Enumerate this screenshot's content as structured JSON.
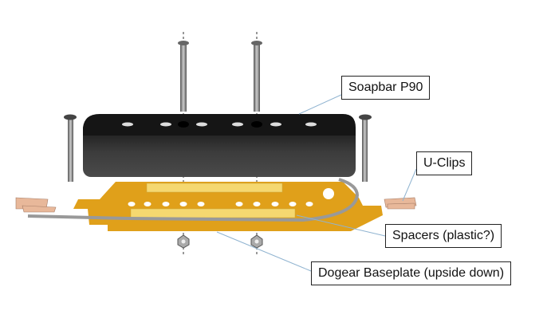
{
  "labels": {
    "soapbar": "Soapbar P90",
    "uclips": "U-Clips",
    "spacers": "Spacers (plastic?)",
    "baseplate": "Dogear Baseplate (upside down)"
  },
  "colors": {
    "cover": "#2b2b2b",
    "baseplate": "#e0a01a",
    "spacer": "#f5d870",
    "clip": "#e8b89a",
    "leader": "#8fb3d0"
  }
}
